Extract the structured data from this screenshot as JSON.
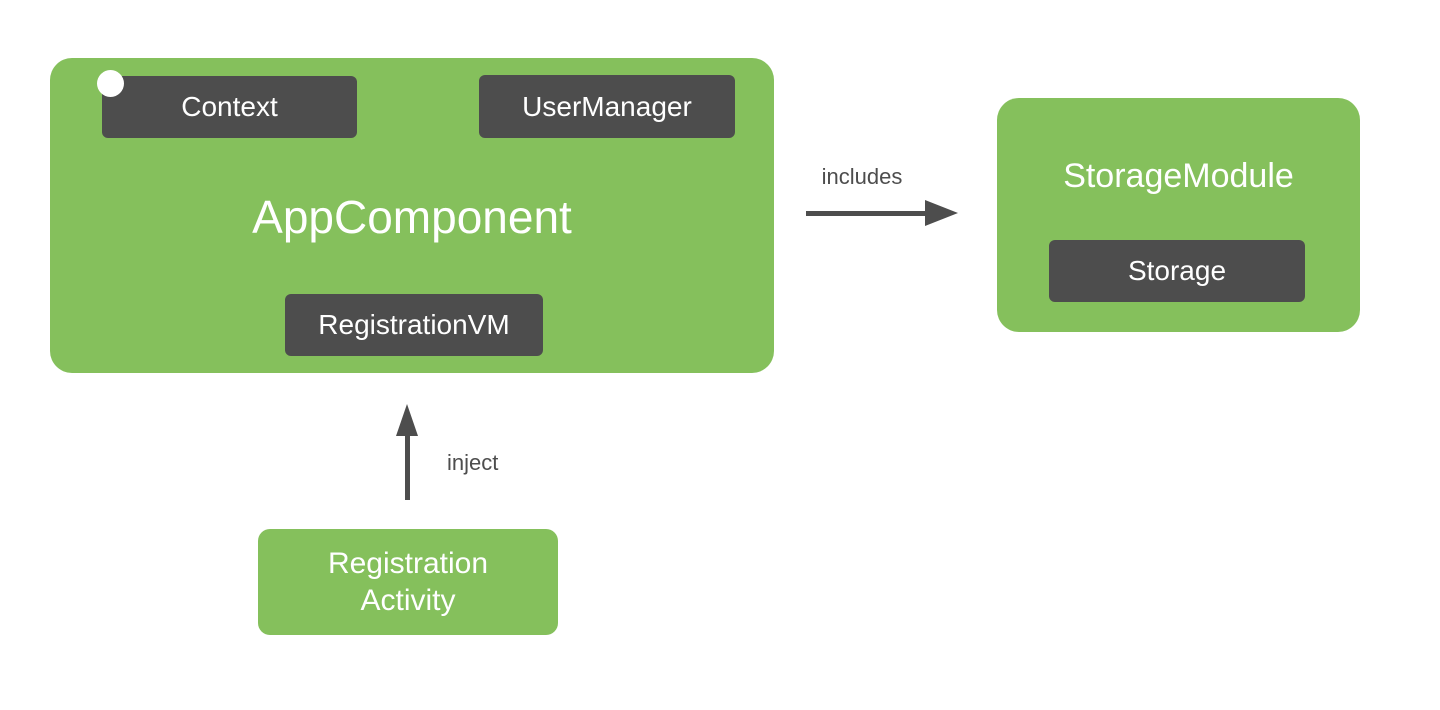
{
  "colors": {
    "module_green": "#85C05C",
    "chip_dark_gray": "#4D4D4D",
    "text_white": "#FFFFFF",
    "arrow_gray": "#4D4D4D"
  },
  "app_component": {
    "title": "AppComponent",
    "context_label": "Context",
    "user_manager_label": "UserManager",
    "registration_vm_label": "RegistrationVM"
  },
  "storage_module": {
    "title": "StorageModule",
    "storage_label": "Storage"
  },
  "registration_activity": {
    "line1": "Registration",
    "line2": "Activity"
  },
  "arrows": {
    "includes_label": "includes",
    "inject_label": "inject"
  }
}
